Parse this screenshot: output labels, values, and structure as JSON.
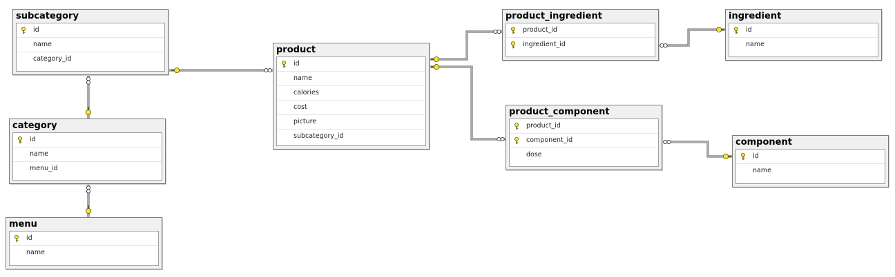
{
  "tables": {
    "subcategory": {
      "name": "subcategory",
      "columns": [
        {
          "name": "id",
          "pk": true
        },
        {
          "name": "name"
        },
        {
          "name": "category_id"
        }
      ]
    },
    "category": {
      "name": "category",
      "columns": [
        {
          "name": "id",
          "pk": true
        },
        {
          "name": "name"
        },
        {
          "name": "menu_id"
        }
      ]
    },
    "menu": {
      "name": "menu",
      "columns": [
        {
          "name": "id",
          "pk": true
        },
        {
          "name": "name"
        }
      ]
    },
    "product": {
      "name": "product",
      "columns": [
        {
          "name": "id",
          "pk": true
        },
        {
          "name": "name"
        },
        {
          "name": "calories"
        },
        {
          "name": "cost"
        },
        {
          "name": "picture"
        },
        {
          "name": "subcategory_id"
        }
      ]
    },
    "product_ingredient": {
      "name": "product_ingredient",
      "columns": [
        {
          "name": "product_id",
          "pk": true
        },
        {
          "name": "ingredient_id",
          "pk": true
        }
      ]
    },
    "ingredient": {
      "name": "ingredient",
      "columns": [
        {
          "name": "id",
          "pk": true
        },
        {
          "name": "name"
        }
      ]
    },
    "product_component": {
      "name": "product_component",
      "columns": [
        {
          "name": "product_id",
          "pk": true
        },
        {
          "name": "component_id",
          "pk": true
        },
        {
          "name": "dose"
        }
      ]
    },
    "component": {
      "name": "component",
      "columns": [
        {
          "name": "id",
          "pk": true
        },
        {
          "name": "name"
        }
      ]
    }
  },
  "relationships": [
    {
      "one": "subcategory",
      "many": "product"
    },
    {
      "one": "category",
      "many": "subcategory"
    },
    {
      "one": "menu",
      "many": "category"
    },
    {
      "one": "product",
      "many": "product_ingredient"
    },
    {
      "one": "ingredient",
      "many": "product_ingredient"
    },
    {
      "one": "product",
      "many": "product_component"
    },
    {
      "one": "component",
      "many": "product_component"
    }
  ],
  "colors": {
    "key_fill": "#f2e63c",
    "key_stroke": "#6a6200",
    "line": "#555555",
    "border": "#7a7a7a"
  }
}
